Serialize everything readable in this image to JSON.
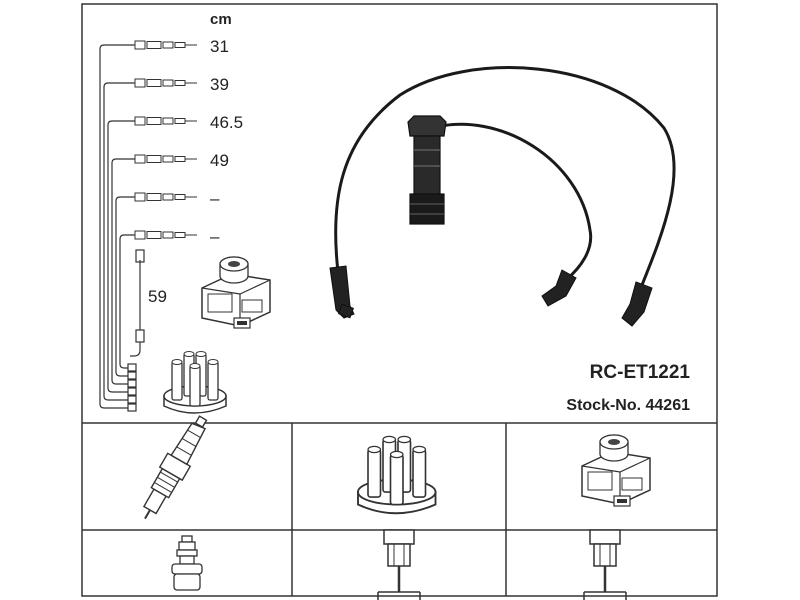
{
  "unit_label": "cm",
  "cable_lengths": [
    "31",
    "39",
    "46.5",
    "49",
    "–",
    "–"
  ],
  "coil_cable_length": "59",
  "product": {
    "code": "RC-ET1221",
    "stock_number": "Stock-No. 44261"
  },
  "icons": {
    "ignition_coil": "ignition-coil-icon",
    "distributor_cap": "distributor-cap-icon",
    "spark_plug": "spark-plug-icon",
    "plug_connector": "plug-connector-icon",
    "terminal": "terminal-icon"
  }
}
